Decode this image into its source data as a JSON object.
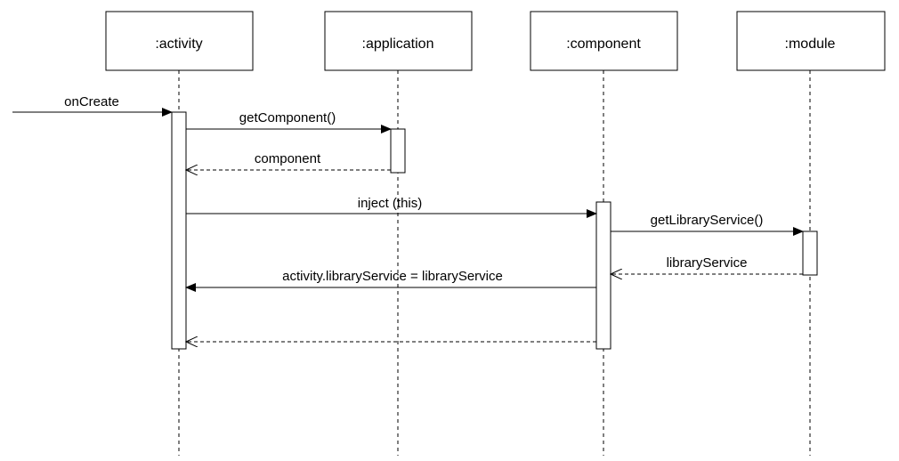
{
  "participants": [
    {
      "id": "activity",
      "label": ":activity"
    },
    {
      "id": "application",
      "label": ":application"
    },
    {
      "id": "component",
      "label": ":component"
    },
    {
      "id": "module",
      "label": ":module"
    }
  ],
  "messages": {
    "on_create": "onCreate",
    "get_component": "getComponent()",
    "component_return": "component",
    "inject": "inject (this)",
    "get_library_service": "getLibraryService()",
    "library_service_return": "libraryService",
    "assign": "activity.libraryService = libraryService"
  }
}
